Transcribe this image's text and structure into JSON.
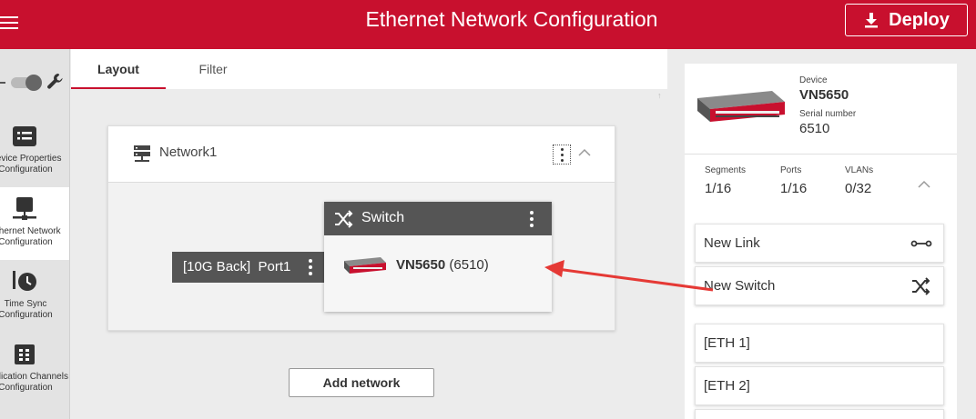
{
  "header": {
    "title": "Ethernet Network Configuration",
    "deploy_label": "Deploy"
  },
  "leftnav": {
    "items": [
      {
        "label": "Device Properties Configuration",
        "icon": "list-icon"
      },
      {
        "label": "Ethernet Network Configuration",
        "icon": "network-icon"
      },
      {
        "label": "Time Sync Configuration",
        "icon": "clock-icon"
      },
      {
        "label": "Application Channels Configuration",
        "icon": "grid-icon"
      }
    ]
  },
  "tabs": [
    {
      "label": "Layout"
    },
    {
      "label": "Filter"
    }
  ],
  "network": {
    "name": "Network1",
    "port_label": "[10G Back]  Port1",
    "switch_title": "Switch",
    "switch_device_name": "VN5650",
    "switch_device_serial": "(6510)"
  },
  "add_network_label": "Add network",
  "device": {
    "device_label": "Device",
    "device_value": "VN5650",
    "serial_label": "Serial number",
    "serial_value": "6510"
  },
  "stats": [
    {
      "label": "Segments",
      "value": "1/16"
    },
    {
      "label": "Ports",
      "value": "1/16"
    },
    {
      "label": "VLANs",
      "value": "0/32"
    }
  ],
  "palette": [
    {
      "label": "New Link",
      "icon": "link-icon"
    },
    {
      "label": "New Switch",
      "icon": "switch-icon"
    },
    {
      "label": "[ETH 1]",
      "icon": ""
    },
    {
      "label": "[ETH 2]",
      "icon": ""
    }
  ],
  "colors": {
    "brand": "#c8102e",
    "dark_box": "#555555",
    "annotation": "#e53935"
  }
}
